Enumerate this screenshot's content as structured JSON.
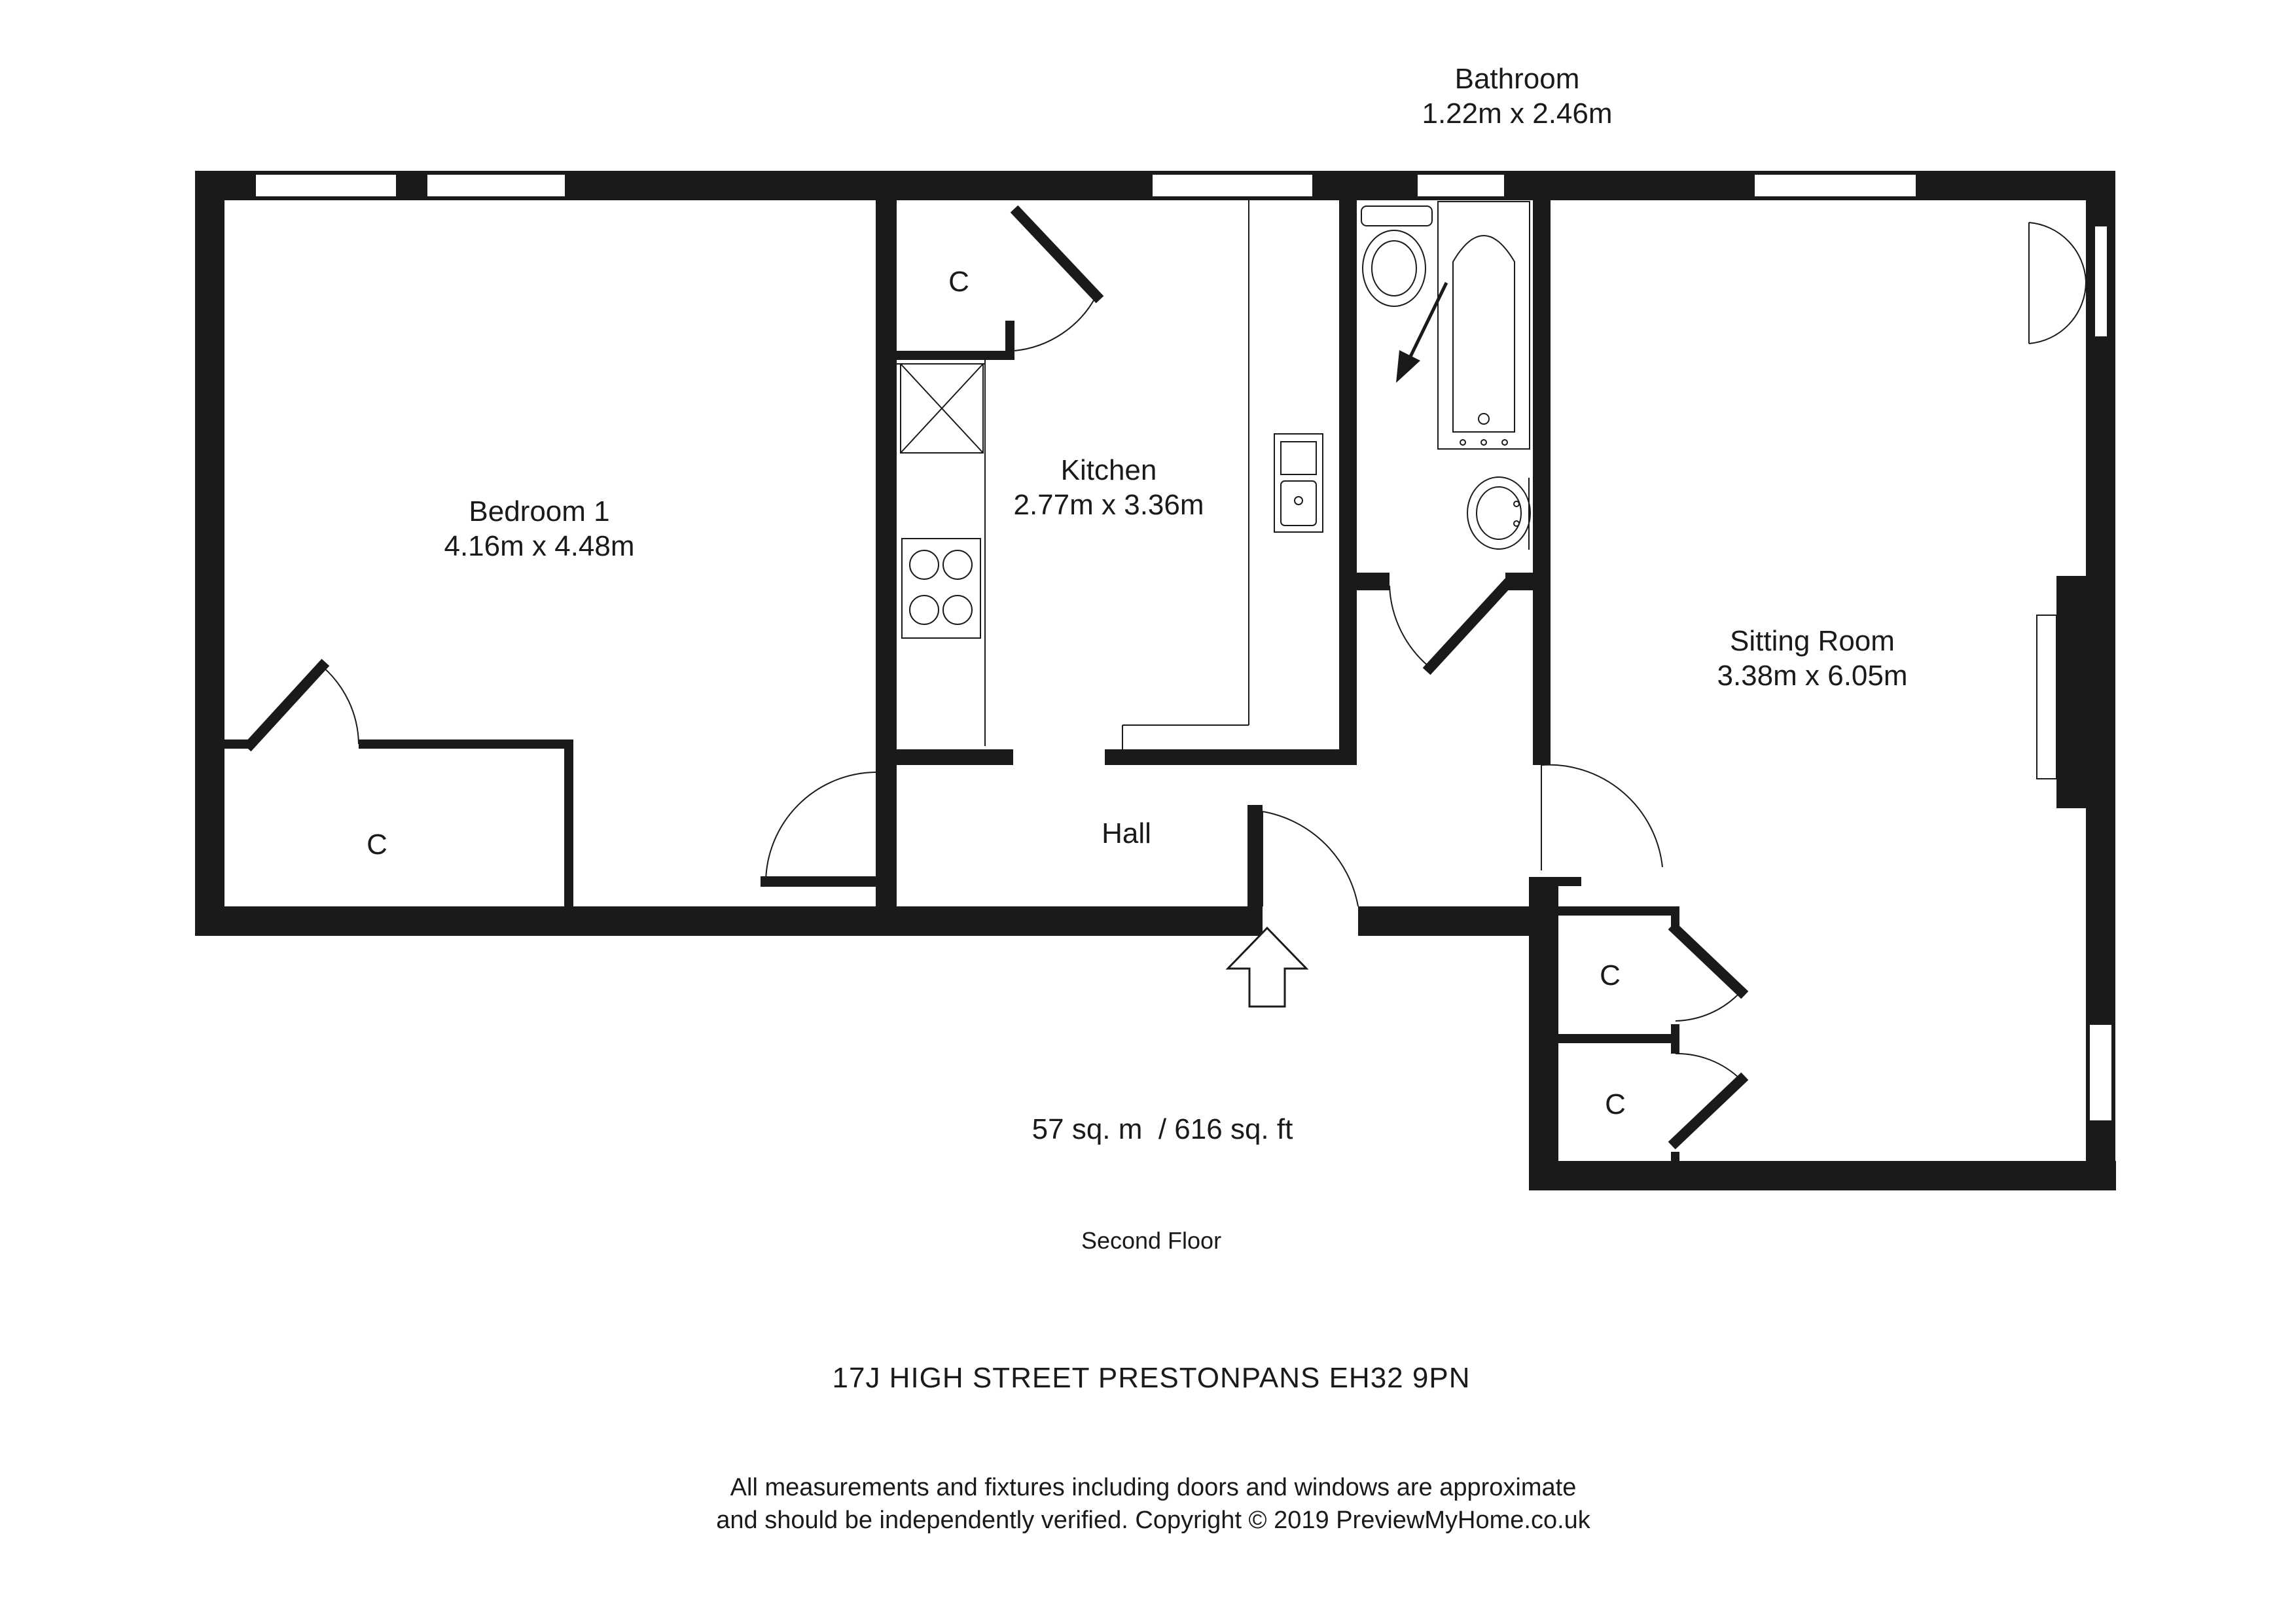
{
  "rooms": {
    "bathroom": {
      "name": "Bathroom",
      "size": "1.22m x 2.46m"
    },
    "bedroom": {
      "name": "Bedroom 1",
      "size": "4.16m x 4.48m"
    },
    "kitchen": {
      "name": "Kitchen",
      "size": "2.77m x 3.36m"
    },
    "sitting": {
      "name": "Sitting Room",
      "size": "3.38m x 6.05m"
    },
    "hall": {
      "name": "Hall"
    }
  },
  "closets": {
    "kitchen": "C",
    "bedroom": "C",
    "sitting_upper": "C",
    "sitting_lower": "C"
  },
  "area": "57 sq. m  / 616 sq. ft",
  "floor": "Second Floor",
  "address": "17J HIGH STREET PRESTONPANS EH32 9PN",
  "disclaimer": {
    "line1": "All measurements and fixtures including doors and windows are approximate",
    "line2": "and should be independently verified. Copyright © 2019 PreviewMyHome.co.uk"
  },
  "colors": {
    "wall": "#1a1a1a",
    "background": "#ffffff"
  }
}
